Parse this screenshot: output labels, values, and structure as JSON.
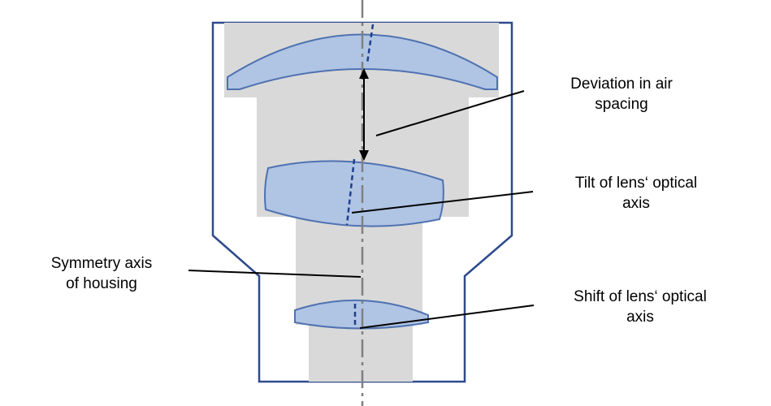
{
  "labels": {
    "air_spacing": {
      "line1": "Deviation in air",
      "line2": "spacing"
    },
    "tilt": {
      "line1": "Tilt of lens‘ optical",
      "line2": "axis"
    },
    "symmetry": {
      "line1": "Symmetry axis",
      "line2": "of housing"
    },
    "shift": {
      "line1": "Shift of lens‘ optical",
      "line2": "axis"
    }
  },
  "colors": {
    "housing_outline": "#2f4b8c",
    "housing_fill": "#d9d9d9",
    "lens_fill": "#b0c4e4",
    "lens_stroke": "#4f72b0",
    "optical_axis_dash": "#1f3f8f",
    "symmetry_axis": "#808080",
    "leader": "#000000"
  }
}
